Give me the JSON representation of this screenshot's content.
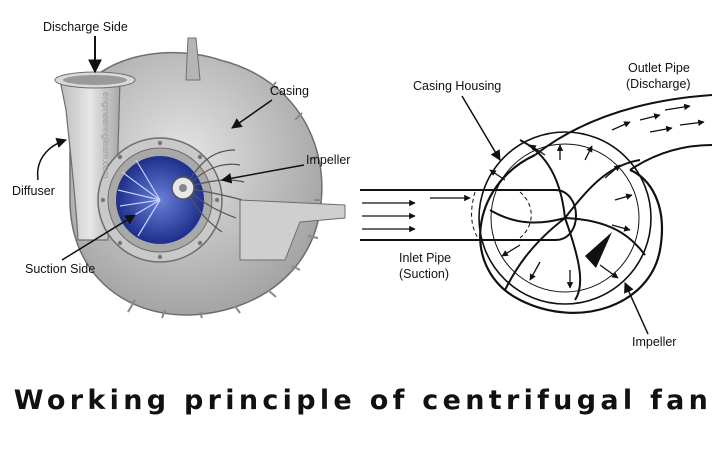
{
  "title": "Working principle of centrifugal fan",
  "watermark": "engineeringlearn.com",
  "labels": {
    "discharge_side": "Discharge Side",
    "casing": "Casing",
    "impeller_left": "Impeller",
    "diffuser": "Diffuser",
    "suction_side": "Suction Side",
    "casing_housing": "Casing Housing",
    "outlet_pipe_line1": "Outlet Pipe",
    "outlet_pipe_line2": "(Discharge)",
    "inlet_pipe_line1": "Inlet Pipe",
    "inlet_pipe_line2": "(Suction)",
    "impeller_right": "Impeller"
  }
}
